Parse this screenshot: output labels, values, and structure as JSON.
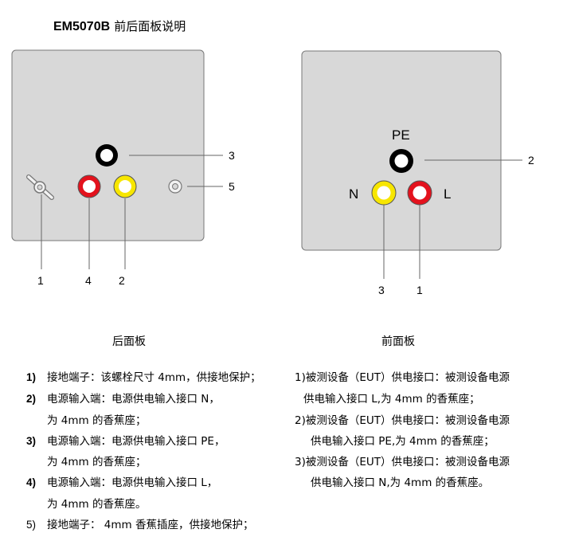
{
  "title": {
    "model": "EM5070B",
    "text": "前后面板说明"
  },
  "rear_panel": {
    "caption": "后面板",
    "callouts": {
      "c1": "1",
      "c2": "2",
      "c3": "3",
      "c4": "4",
      "c5": "5"
    },
    "colors": {
      "panel": "#d8d8d8",
      "red": "#e3121d",
      "yellow": "#f7e600",
      "black": "#000000"
    }
  },
  "front_panel": {
    "caption": "前面板",
    "callouts": {
      "c1": "1",
      "c2": "2",
      "c3": "3"
    },
    "labels": {
      "pe": "PE",
      "n": "N",
      "l": "L"
    }
  },
  "left_notes": [
    {
      "num": "1)",
      "lines": [
        "接地端子：该螺栓尺寸 4mm，供接地保护；"
      ]
    },
    {
      "num": "2)",
      "lines": [
        "电源输入端：电源供电输入接口 N，",
        "为 4mm 的香蕉座；"
      ]
    },
    {
      "num": "3)",
      "lines": [
        "电源输入端：电源供电输入接口 PE，",
        "为 4mm 的香蕉座；"
      ]
    },
    {
      "num": "4)",
      "lines": [
        "电源输入端：电源供电输入接口 L，",
        "为 4mm 的香蕉座。"
      ]
    },
    {
      "num": "5)",
      "lines": [
        "接地端子： 4mm 香蕉插座，供接地保护；"
      ]
    }
  ],
  "right_notes": [
    {
      "lines": [
        "1)被测设备（EUT）供电接口：被测设备电源",
        "供电输入接口 L,为 4mm 的香蕉座；"
      ]
    },
    {
      "lines": [
        "2)被测设备（EUT）供电接口：被测设备电源",
        "供电输入接口 PE,为 4mm 的香蕉座；"
      ]
    },
    {
      "lines": [
        "3)被测设备（EUT）供电接口：被测设备电源",
        "供电输入接口 N,为 4mm 的香蕉座。"
      ]
    }
  ]
}
